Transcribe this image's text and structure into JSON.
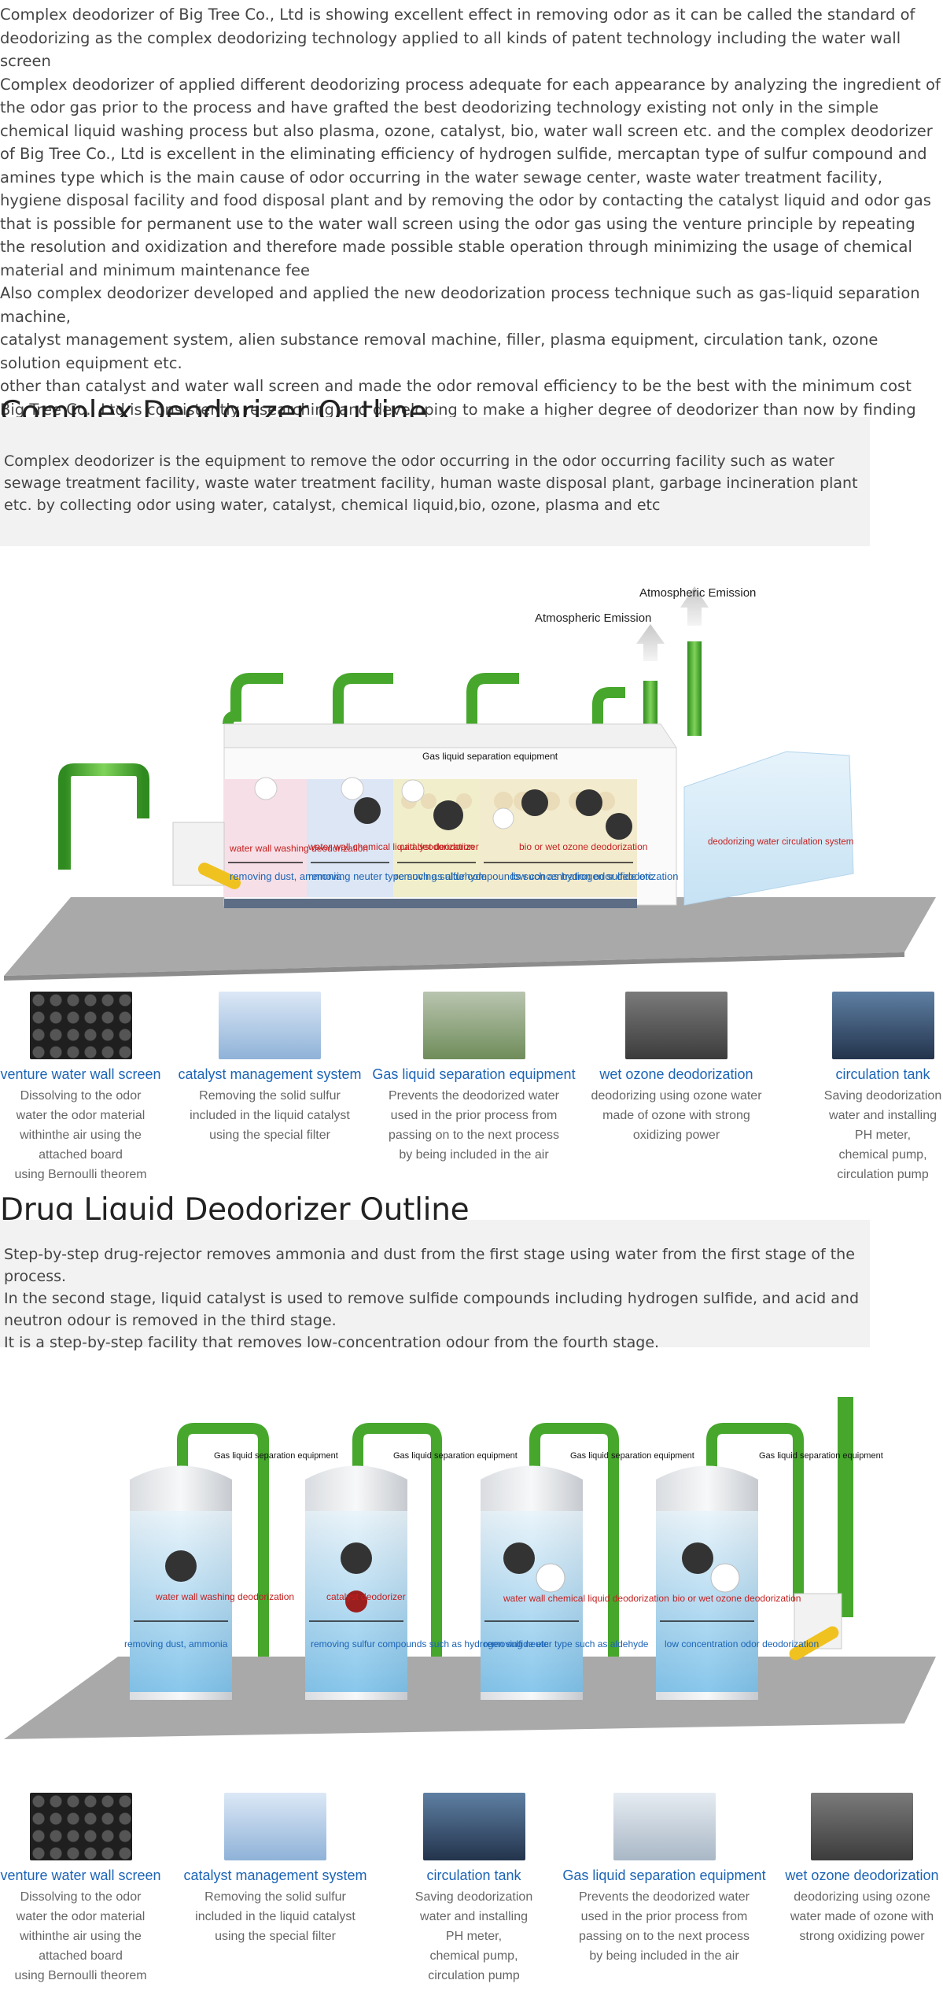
{
  "intro": [
    "Complex deodorizer of Big Tree Co., Ltd is showing excellent effect in removing odor as it can be called the standard of deodorizing as the complex deodorizing technology applied to all kinds of patent technology including the water wall screen",
    "Complex deodorizer of applied different deodorizing process adequate for each appearance by analyzing the ingredient of the odor gas prior to the process and have grafted the best deodorizing technology existing not only in the simple chemical liquid washing process but also plasma, ozone, catalyst, bio, water wall screen etc. and the complex deodorizer of Big Tree Co., Ltd is excellent in the eliminating efficiency of hydrogen sulfide, mercaptan type of sulfur compound and amines type which is the main cause of odor occurring in the water sewage center, waste water treatment facility, hygiene disposal facility and food disposal plant and by removing the odor by contacting the catalyst liquid and odor gas that is possible for permanent use to the water wall screen using the odor gas using the venture principle by repeating the resolution and oxidization and therefore made possible stable operation through minimizing the usage of chemical material and minimum maintenance fee",
    "Also complex deodorizer developed and applied the new deodorization process technique such as gas-liquid separation machine,",
    "catalyst management system, alien substance removal machine, filler, plasma equipment, circulation tank, ozone solution equipment etc.",
    "other than  catalyst and water wall screen and made the odor removal efficiency to be the best with the minimum cost",
    "Big Tree Co., Ltd is consistently researching and developing to make a higher degree of deodorizer than now by finding the imperfection from the existing operating deodorization equipment and improving."
  ],
  "complex": {
    "title": "Complex Deodorizer Outline",
    "description": "Complex deodorizer is the equipment to remove the odor occurring in the odor occurring facility such as water sewage treatment facility, waste water treatment facility, human waste disposal plant, garbage incineration plant etc. by collecting odor using water, catalyst, chemical liquid,bio, ozone, plasma and etc",
    "diagram": {
      "emission_1": "Atmospheric Emission",
      "emission_2": "Atmospheric Emission",
      "gas_liquid": "Gas liquid separation equipment",
      "stages": [
        {
          "label": "water wall washing deodorization",
          "effect": "removing dust, ammonia"
        },
        {
          "label": "water wall chemical liquid deodorization",
          "effect": "removing neuter type such as aldehyde"
        },
        {
          "label": "catalyst deodorizer",
          "effect": "removing sulfur compounds such as hydrogen sulfide etc"
        },
        {
          "label": "bio or wet ozone deodorization",
          "effect": "low concentration odor deodorization"
        }
      ],
      "circulation": "deodorizing water circulation system"
    },
    "items": [
      {
        "title": "venture water wall screen",
        "desc": [
          "Dissolving to the odor",
          "water the odor material",
          "withinthe air using the",
          "attached board",
          "using Bernoulli theorem"
        ],
        "icon": "perforated-plate-photo"
      },
      {
        "title": "catalyst management system",
        "desc": [
          "Removing the solid sulfur",
          "included in the liquid catalyst",
          "using the special filter"
        ],
        "icon": "filter-unit-photo"
      },
      {
        "title": "Gas liquid separation equipment",
        "desc": [
          "Prevents the deodorized water",
          "used in the prior process from",
          "passing on to the next process",
          "by being included in the air"
        ],
        "icon": "separator-photo"
      },
      {
        "title": "wet ozone deodorization",
        "desc": [
          "deodorizing using ozone water",
          "made of ozone with strong",
          "oxidizing power"
        ],
        "icon": "ozone-unit-photo"
      },
      {
        "title": "circulation tank",
        "desc": [
          "Saving deodorization",
          "water and installing",
          "PH meter,",
          "chemical pump,",
          "circulation pump"
        ],
        "icon": "pump-photo"
      }
    ]
  },
  "drug": {
    "title": "Drug Liquid Deodorizer Outline",
    "description": [
      "Step-by-step drug-rejector removes ammonia and dust from the first stage using water from the first stage of the process.",
      "In the second stage, liquid catalyst is used to remove sulfide compounds including hydrogen sulfide, and acid and neutron odour is removed in the third stage.",
      "It is a step-by-step facility that removes low-concentration odour from the fourth stage."
    ],
    "diagram": {
      "gas_liquid": "Gas liquid separation equipment",
      "towers": [
        {
          "label": "water wall washing deodorization",
          "effect": "removing dust, ammonia"
        },
        {
          "label": "catalyst deodorizer",
          "effect": "removing sulfur compounds such as hydrogen sulfide etc"
        },
        {
          "label": "water wall chemical liquid deodorization",
          "effect": "removing neuter type such as aldehyde"
        },
        {
          "label": "bio or wet ozone deodorization",
          "effect": "low concentration odor deodorization"
        }
      ]
    },
    "items": [
      {
        "title": "venture water wall screen",
        "desc": [
          "Dissolving to the odor",
          "water the odor material",
          "withinthe air using the",
          "attached board",
          "using Bernoulli theorem"
        ],
        "icon": "perforated-plate-photo"
      },
      {
        "title": "catalyst management system",
        "desc": [
          "Removing the solid sulfur",
          "included in the liquid catalyst",
          "using the special filter"
        ],
        "icon": "filter-unit-photo"
      },
      {
        "title": "circulation tank",
        "desc": [
          "Saving deodorization",
          "water and installing",
          "PH meter,",
          "chemical pump,",
          "circulation pump"
        ],
        "icon": "pump-photo"
      },
      {
        "title": "Gas liquid separation equipment",
        "desc": [
          "Prevents the deodorized water",
          "used in the prior process from",
          "passing on to the next process",
          "by being included in the air"
        ],
        "icon": "separator-photo"
      },
      {
        "title": "wet ozone deodorization",
        "desc": [
          "deodorizing using ozone",
          "water made of ozone with",
          "strong oxidizing power"
        ],
        "icon": "ozone-unit-photo"
      }
    ]
  }
}
